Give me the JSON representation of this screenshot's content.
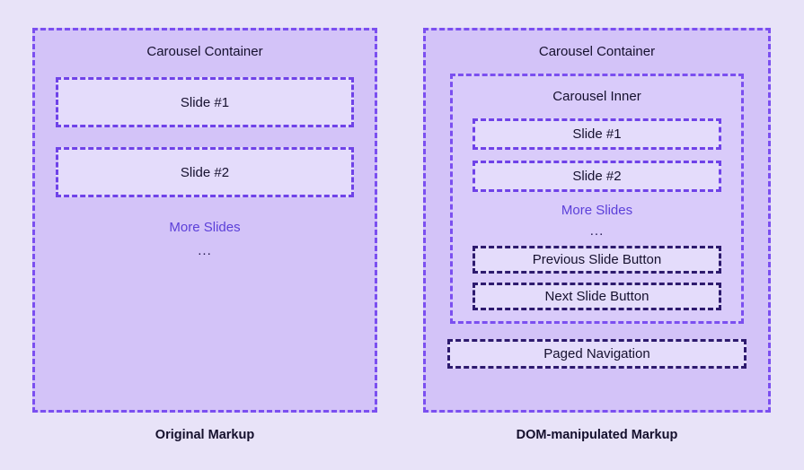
{
  "page": {
    "background_color": "#e8e3f8",
    "accent_purple": "#7b4ff0",
    "accent_dark": "#2d1a6e",
    "container_fill": "#d3c3f8",
    "inner_fill": "#d9cbfa",
    "box_fill": "#e4dcfb",
    "more_slides_color": "#5b3fd9"
  },
  "left_panel": {
    "caption": "Original Markup",
    "container_label": "Carousel Container",
    "slides": [
      {
        "label": "Slide #1"
      },
      {
        "label": "Slide #2"
      }
    ],
    "more_slides": "More Slides",
    "ellipsis": "..."
  },
  "right_panel": {
    "caption": "DOM-manipulated Markup",
    "container_label": "Carousel Container",
    "inner_label": "Carousel Inner",
    "slides": [
      {
        "label": "Slide #1"
      },
      {
        "label": "Slide #2"
      }
    ],
    "more_slides": "More Slides",
    "ellipsis": "...",
    "buttons": [
      {
        "label": "Previous Slide Button"
      },
      {
        "label": "Next Slide Button"
      }
    ],
    "paged_navigation": {
      "label": "Paged Navigation"
    }
  }
}
